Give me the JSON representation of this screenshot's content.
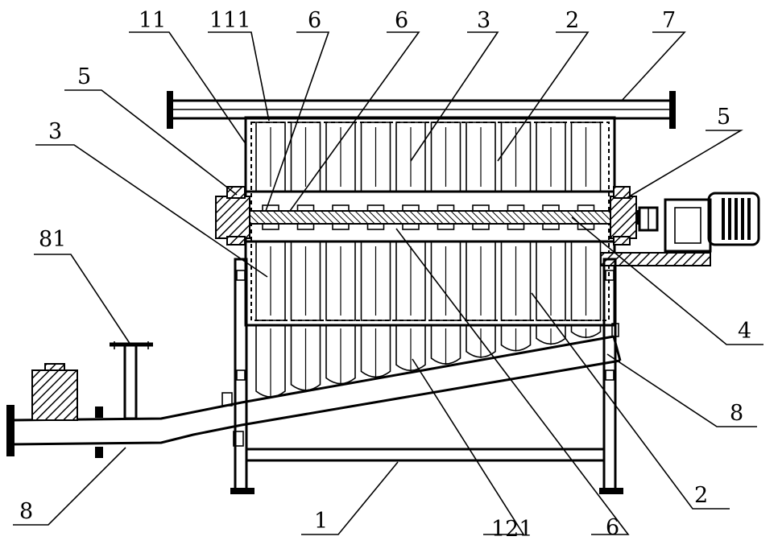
{
  "callouts": [
    {
      "id": "c-11-top",
      "text": "11"
    },
    {
      "id": "c-111-top",
      "text": "111"
    },
    {
      "id": "c-6-top-a",
      "text": "6"
    },
    {
      "id": "c-6-top-b",
      "text": "6"
    },
    {
      "id": "c-3-top",
      "text": "3"
    },
    {
      "id": "c-2-top",
      "text": "2"
    },
    {
      "id": "c-7-top",
      "text": "7"
    },
    {
      "id": "c-5-left",
      "text": "5"
    },
    {
      "id": "c-5-right",
      "text": "5"
    },
    {
      "id": "c-3-left",
      "text": "3"
    },
    {
      "id": "c-81-left",
      "text": "81"
    },
    {
      "id": "c-4-right",
      "text": "4"
    },
    {
      "id": "c-8-right",
      "text": "8"
    },
    {
      "id": "c-8-left",
      "text": "8"
    },
    {
      "id": "c-2-right",
      "text": "2"
    },
    {
      "id": "c-1-bottom",
      "text": "1"
    },
    {
      "id": "c-121-bottom",
      "text": "121"
    },
    {
      "id": "c-6-bottom",
      "text": "6"
    }
  ]
}
